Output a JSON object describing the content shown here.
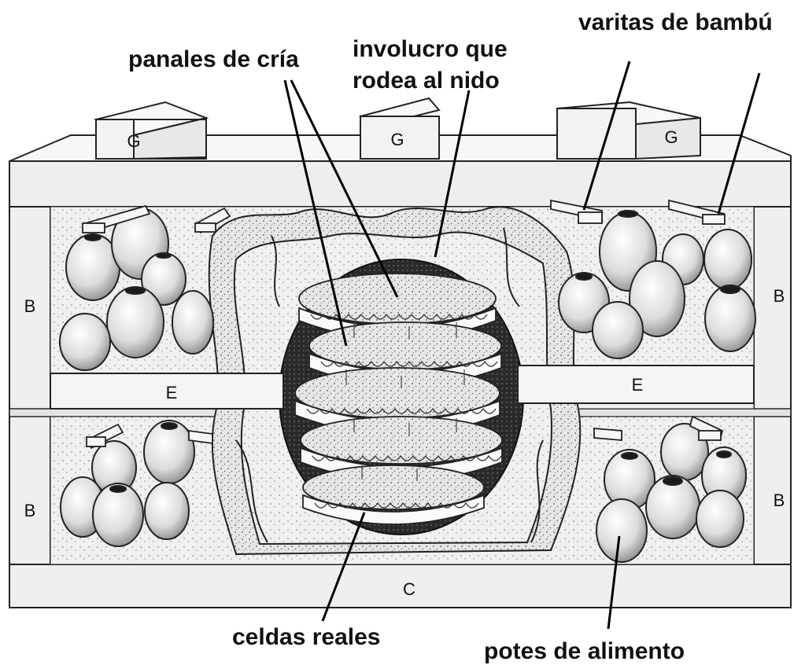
{
  "labels": {
    "brood_combs": "panales de cría",
    "involucrum_line1": "involucro que",
    "involucrum_line2": "rodea al nido",
    "bamboo_sticks": "varitas de bambú",
    "royal_cells": "celdas reales",
    "food_pots": "potes de alimento"
  },
  "box_letters": {
    "g_left": "G",
    "g_center": "G",
    "g_right": "G",
    "b_upper_left": "B",
    "b_upper_right": "B",
    "b_lower_left": "B",
    "b_lower_right": "B",
    "e_left": "E",
    "e_right": "E",
    "c_bottom": "C"
  }
}
